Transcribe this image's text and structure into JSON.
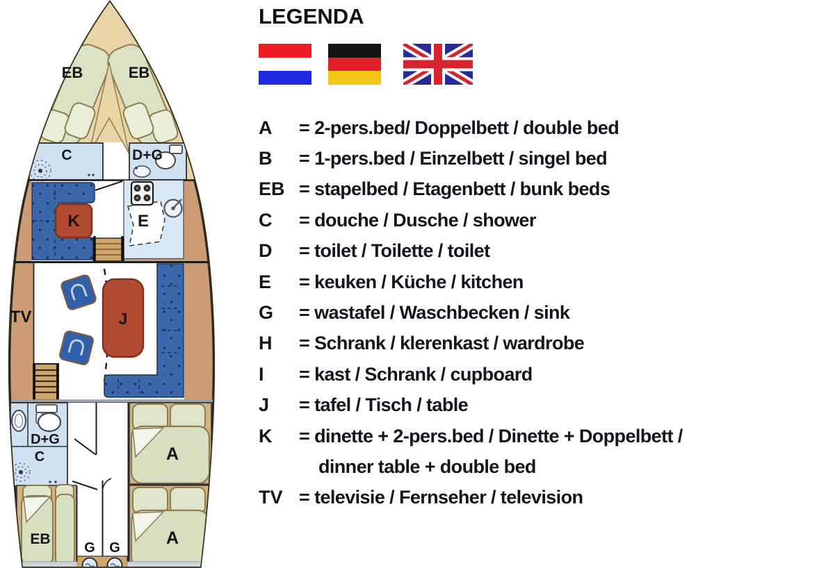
{
  "legend": {
    "title": "LEGENDA",
    "flags": [
      {
        "name": "netherlands-flag"
      },
      {
        "name": "germany-flag"
      },
      {
        "name": "united-kingdom-flag"
      }
    ],
    "entries": [
      {
        "code": "A",
        "text": "= 2-pers.bed/ Doppelbett / double bed"
      },
      {
        "code": "B",
        "text": "= 1-pers.bed / Einzelbett / singel bed"
      },
      {
        "code": "EB",
        "text": "= stapelbed / Etagenbett / bunk beds"
      },
      {
        "code": "C",
        "text": "= douche / Dusche / shower"
      },
      {
        "code": "D",
        "text": "= toilet / Toilette / toilet"
      },
      {
        "code": "E",
        "text": "= keuken / Küche / kitchen"
      },
      {
        "code": "G",
        "text": "= wastafel / Waschbecken / sink"
      },
      {
        "code": "H",
        "text": "= Schrank / klerenkast / wardrobe"
      },
      {
        "code": "I",
        "text": "= kast / Schrank / cupboard"
      },
      {
        "code": "J",
        "text": "= tafel / Tisch / table"
      },
      {
        "code": "K",
        "text": "= dinette + 2-pers.bed / Dinette + Doppelbett /"
      },
      {
        "code": "",
        "text": "dinner table + double bed"
      },
      {
        "code": "TV",
        "text": "= televisie / Fernseher / television"
      }
    ]
  },
  "plan": {
    "labels": {
      "eb_bow_left": "EB",
      "eb_bow_right": "EB",
      "shower_fwd": "C",
      "toilet_fwd": "D+G",
      "dinette": "K",
      "kitchen": "E",
      "tv": "TV",
      "table": "J",
      "toilet_aft": "D+G",
      "shower_aft": "C",
      "bunk_aft": "EB",
      "sink_port": "G",
      "sink_stb": "G",
      "bed_mid": "A",
      "bed_aft": "A"
    }
  },
  "colors": {
    "deck_tan": "#cd9b74",
    "bow_deck": "#e8d4a4",
    "room_blue": "#cfe0f1",
    "kitchen_blue": "#d8e8f5",
    "bench_blue": "#3c67ab",
    "table_red": "#b14b31",
    "bed_green": "#d7dfc0",
    "hull_outline": "#2e2c1e",
    "flag_nl": [
      "#ed1b24",
      "#ffffff",
      "#1f2ae0"
    ],
    "flag_de": [
      "#141414",
      "#e2202a",
      "#f3c713"
    ],
    "flag_uk": [
      "#262a9b",
      "#ffffff",
      "#d6222e"
    ]
  }
}
